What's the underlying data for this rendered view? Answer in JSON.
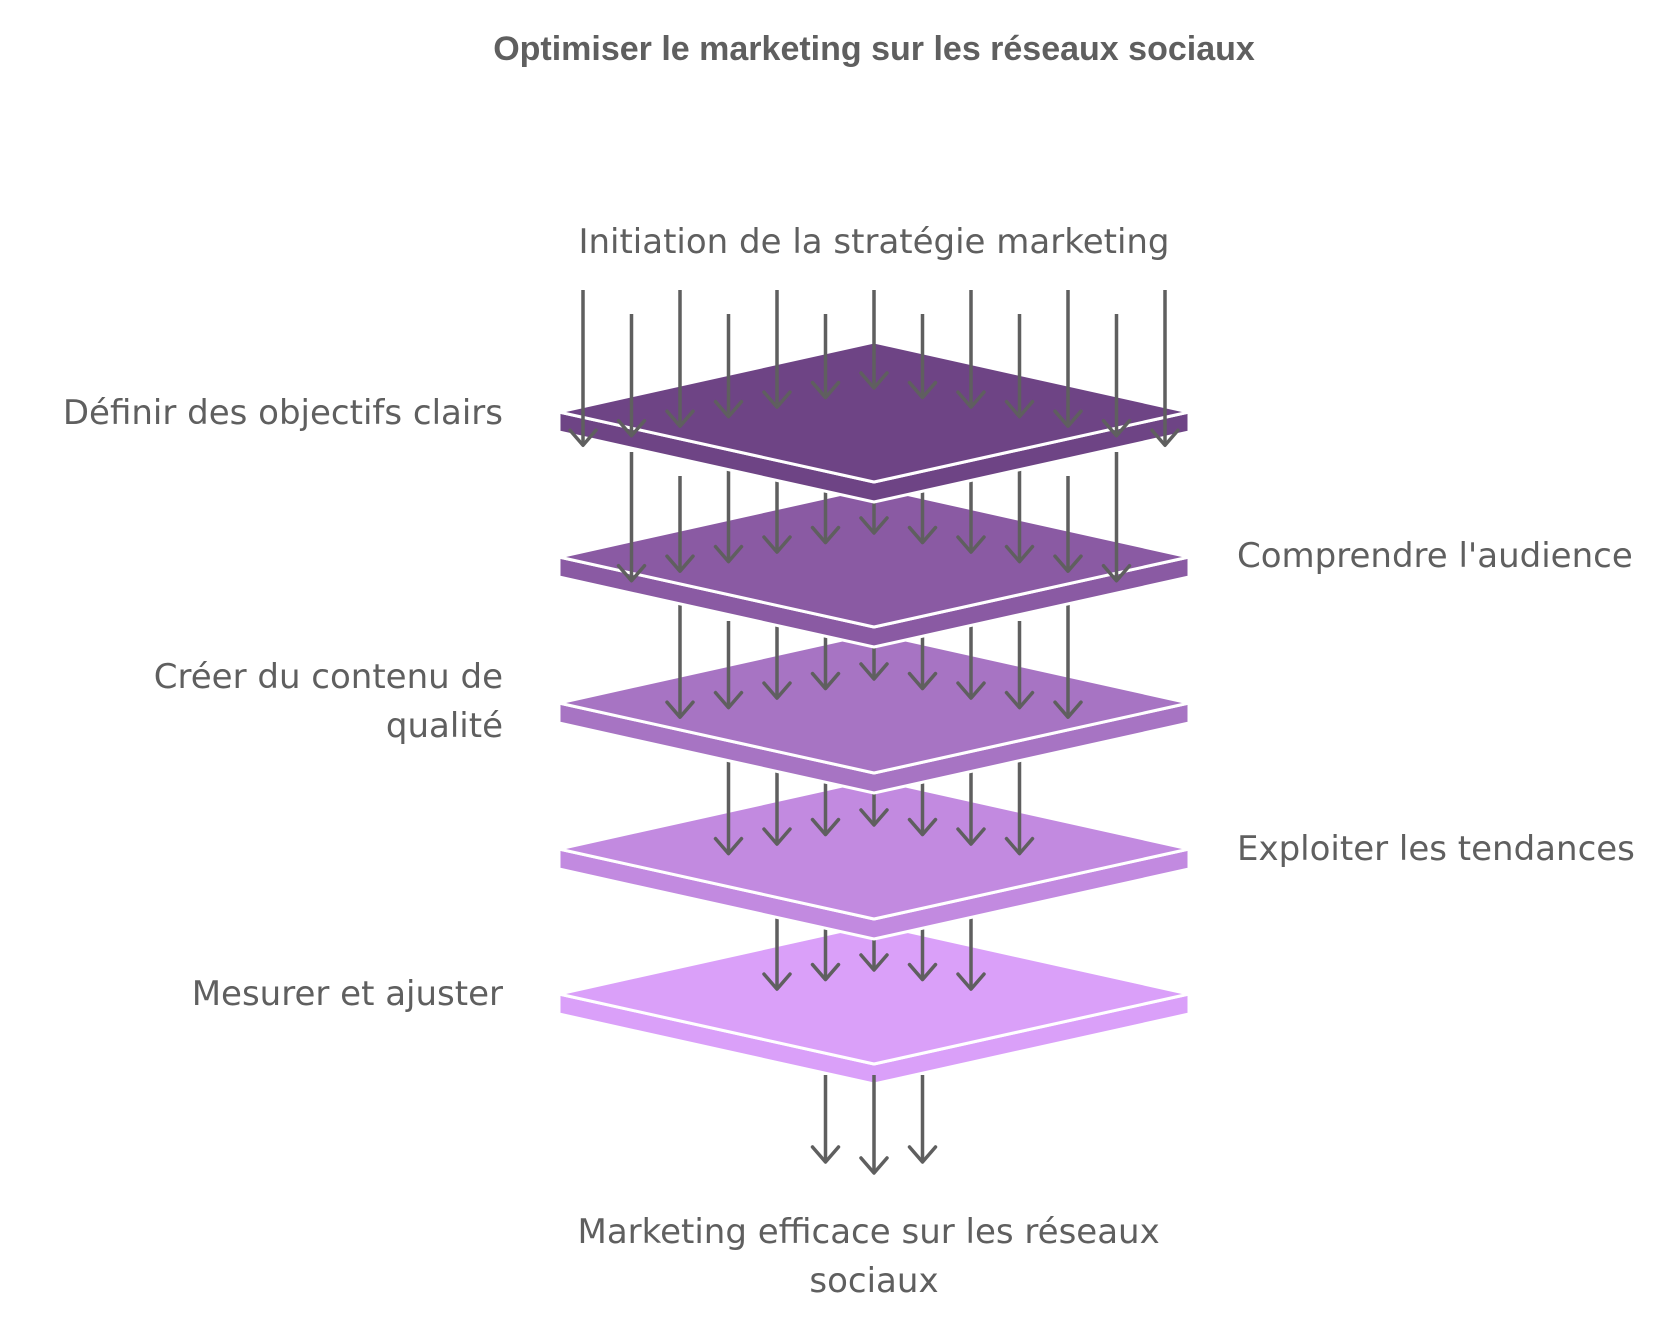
{
  "title": "Optimiser le marketing sur les réseaux sociaux",
  "start_label": "Initiation de la stratégie marketing",
  "end_label": [
    "Marketing efficace sur les réseaux",
    "sociaux"
  ],
  "layers": [
    {
      "label": [
        "Définir des objectifs clairs"
      ],
      "side": "left",
      "color": "#6e4485",
      "arrows_in": 13
    },
    {
      "label": [
        "Comprendre l'audience"
      ],
      "side": "right",
      "color": "#8a5aa3",
      "arrows_in": 11
    },
    {
      "label": [
        "Créer du contenu de",
        "qualité"
      ],
      "side": "left",
      "color": "#a774c3",
      "arrows_in": 9
    },
    {
      "label": [
        "Exploiter les tendances"
      ],
      "side": "right",
      "color": "#c28ae0",
      "arrows_in": 7
    },
    {
      "label": [
        "Mesurer et ajuster"
      ],
      "side": "left",
      "color": "#daa0f9",
      "arrows_in": 5
    }
  ],
  "output_arrows": 3,
  "colors": {
    "text": "#5f5f5f",
    "arrow": "#5f5f5f"
  }
}
